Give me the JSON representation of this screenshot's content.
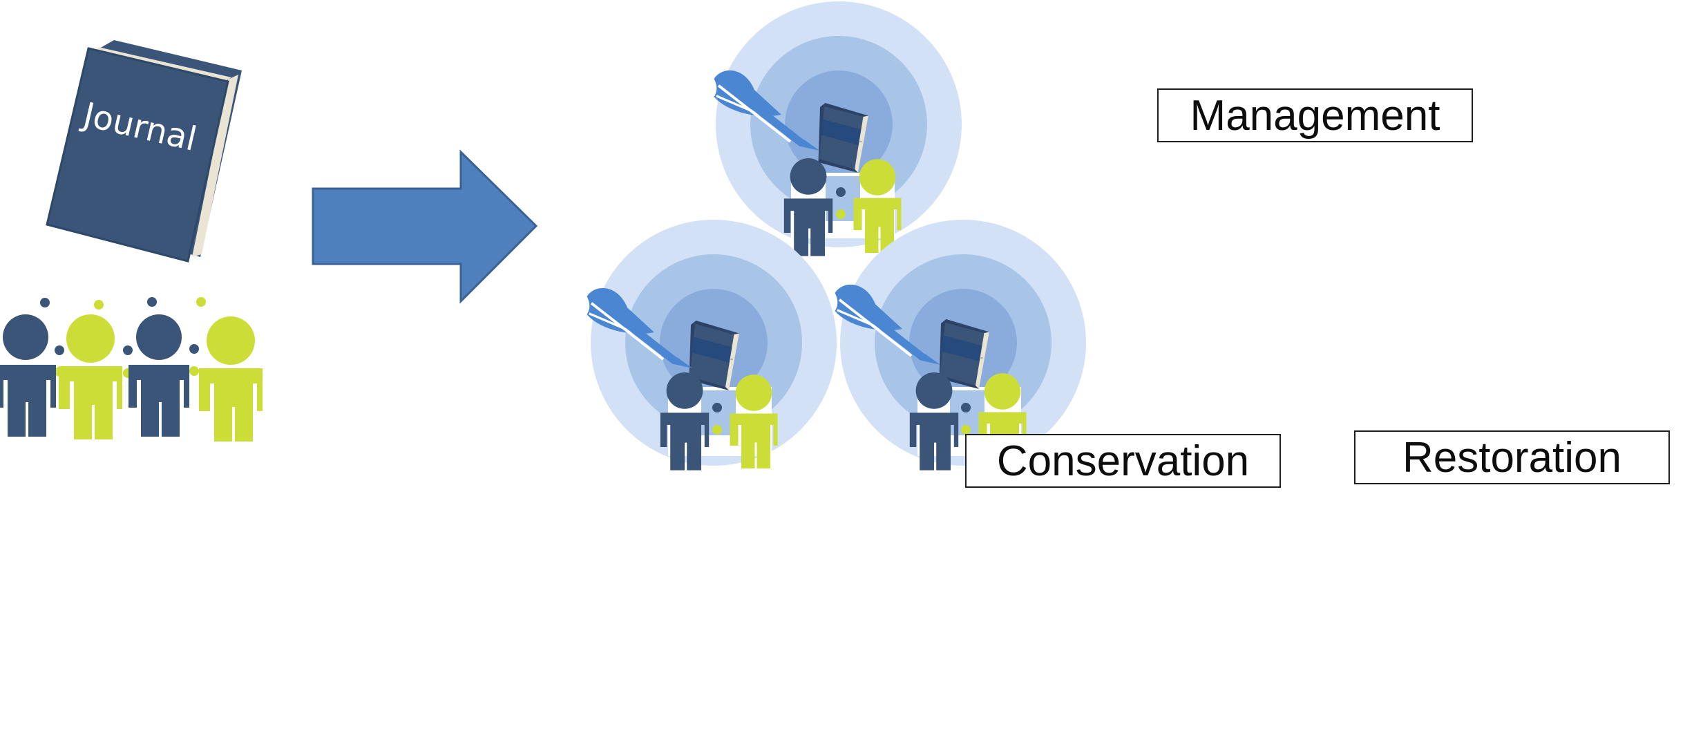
{
  "colors": {
    "navy": "#3a5578",
    "lime": "#cddd37",
    "arrow": "#4e80bd",
    "ring_outer": "#d2e1f5",
    "ring_mid": "#a8c5e8",
    "ring_inner": "#89acdc",
    "dart": "#4a86d2",
    "book_page": "#e9e4d4"
  },
  "source": {
    "book_title": "Journal",
    "book_icon": "book-icon",
    "people_icon": "people-group-icon"
  },
  "arrow_icon": "arrow-right-icon",
  "targets": [
    {
      "label": "Management"
    },
    {
      "label": "Conservation"
    },
    {
      "label": "Restoration"
    }
  ]
}
